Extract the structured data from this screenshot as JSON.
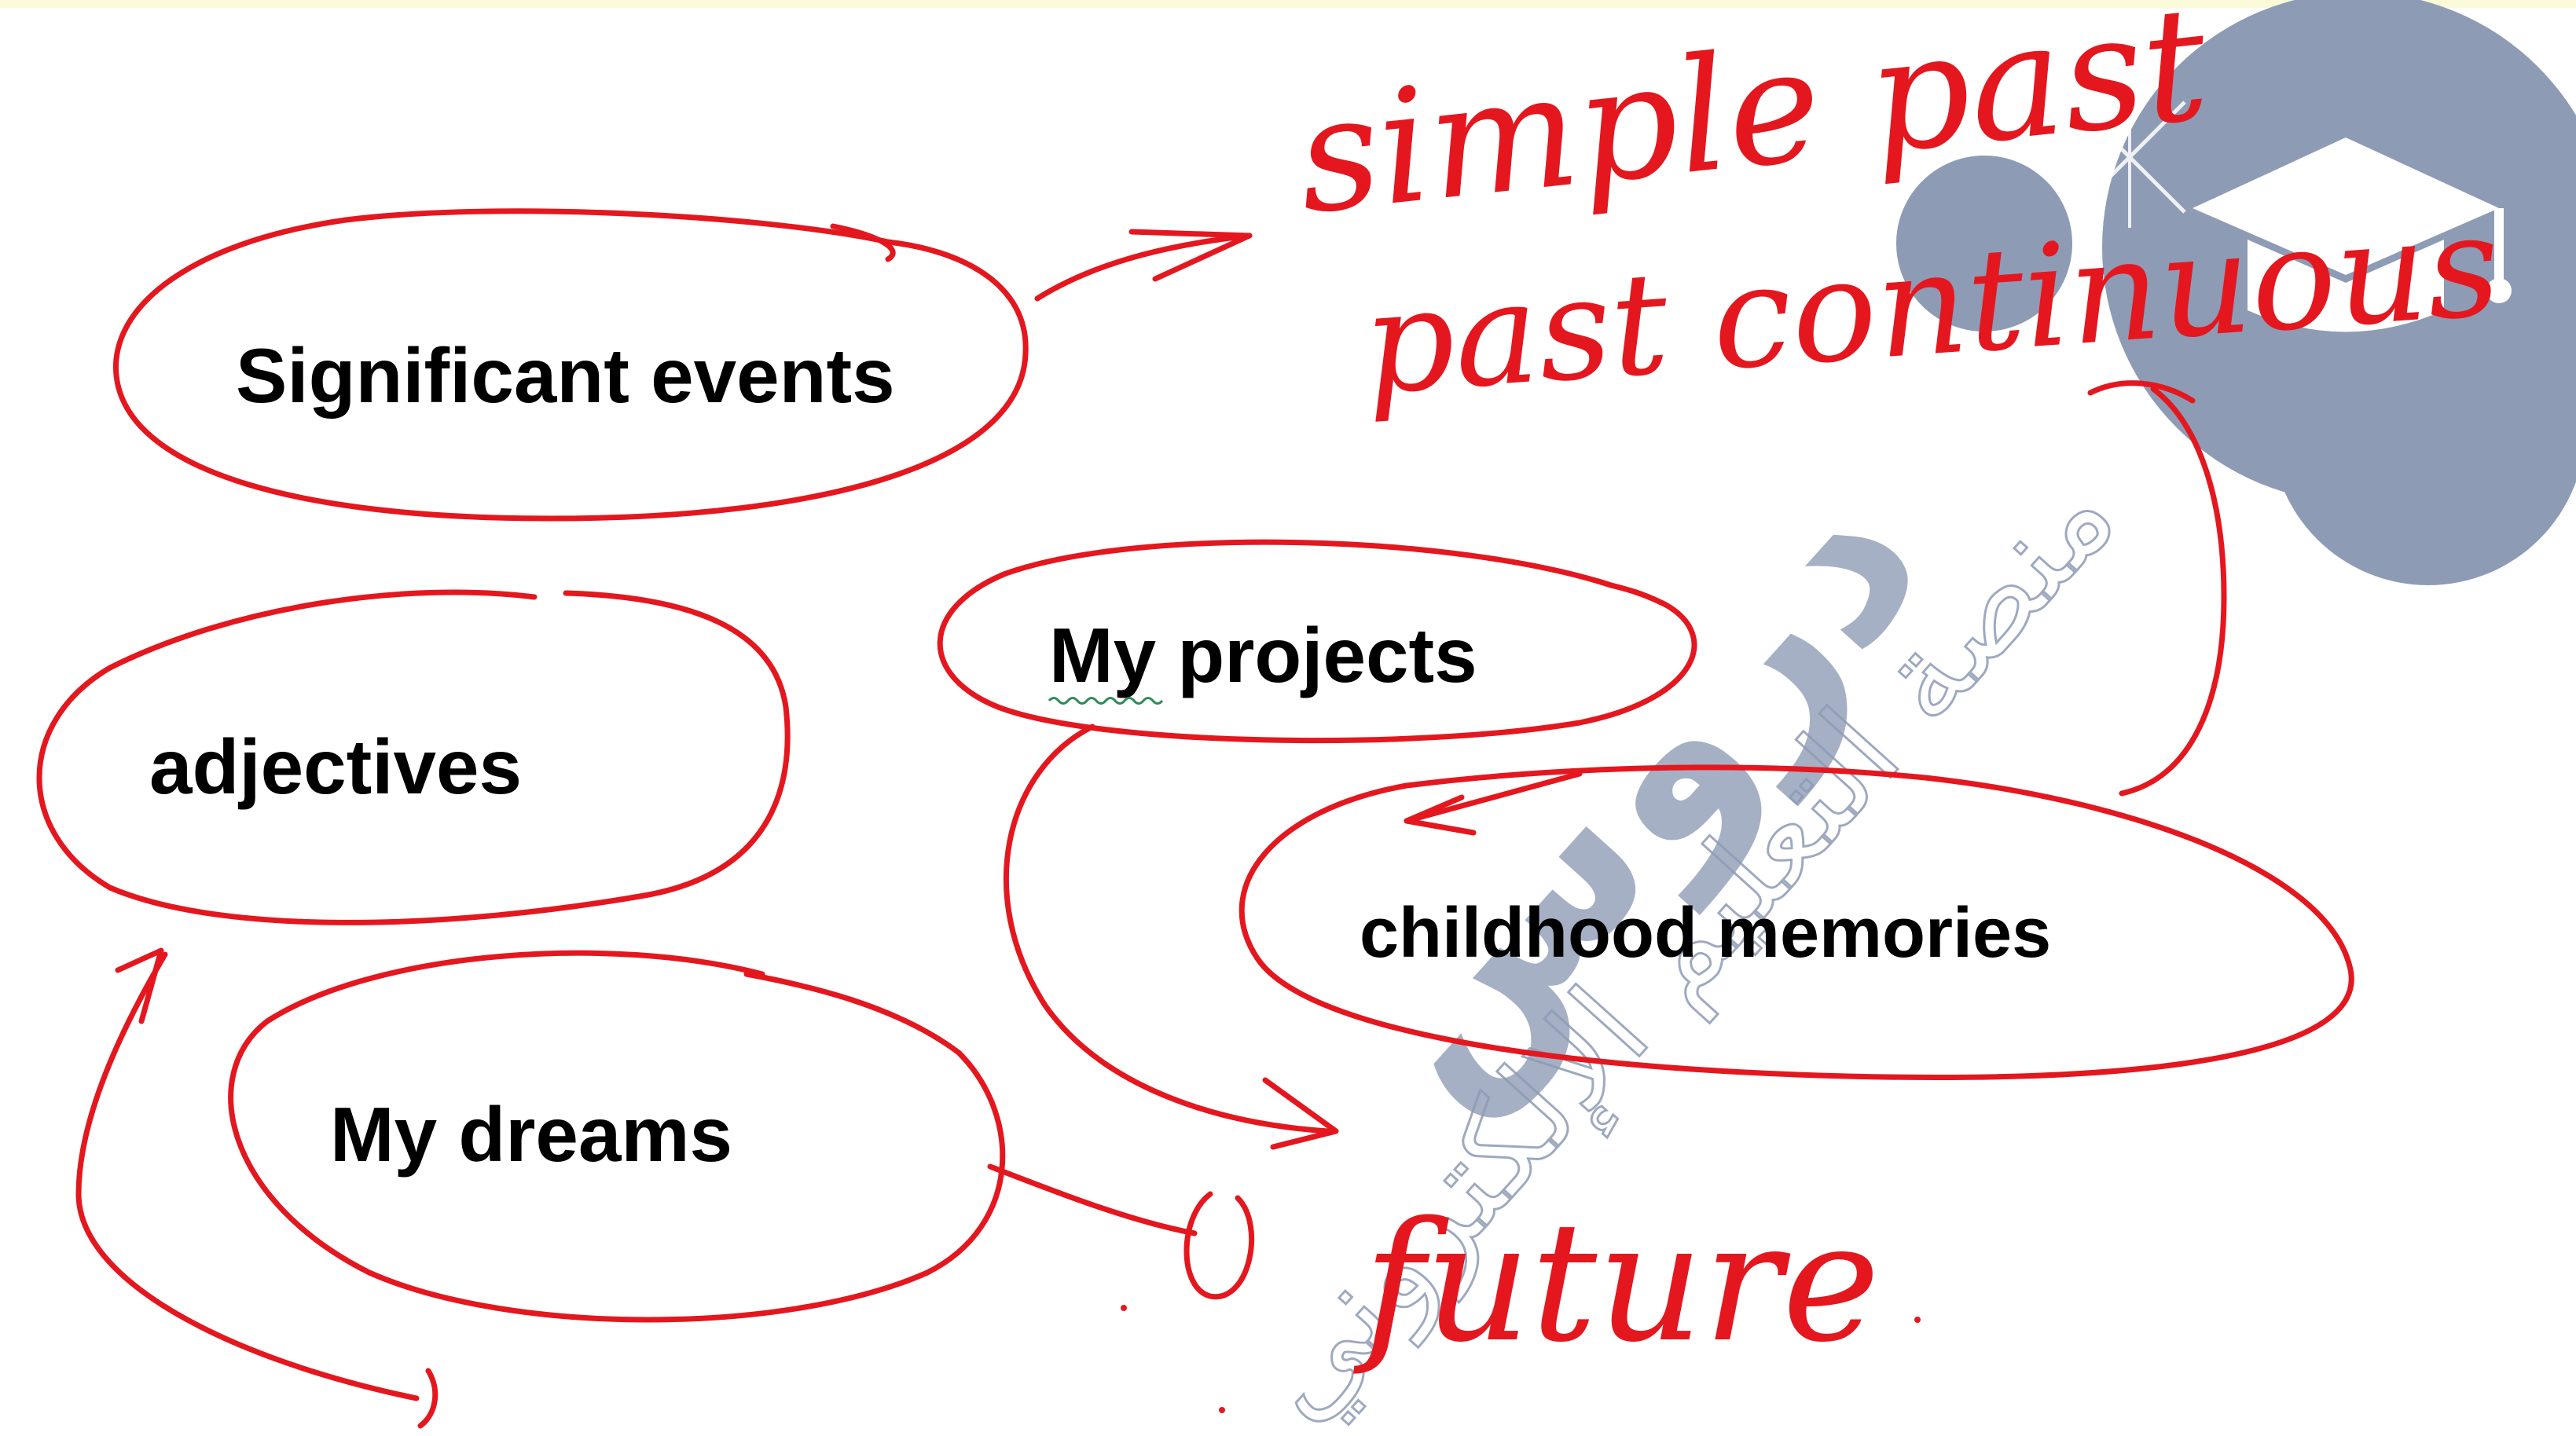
{
  "nodes": {
    "significant_events": "Significant events",
    "adjectives": "adjectives",
    "my_projects": "My projects",
    "childhood_memories": "childhood memories",
    "my_dreams": "My dreams"
  },
  "annotations": {
    "simple_past": "simple past",
    "past_continuous": "past continuous",
    "future": "future"
  },
  "watermark": {
    "brand_arabic": "دروس",
    "tagline_arabic": "منصة التعليم الإلكتروني",
    "logo_icon": "graduation-cap-icon"
  },
  "colors": {
    "ink": "#e4171f",
    "watermark": "#8e9bb5",
    "text": "#000000",
    "top_strip": "#fbfad8"
  }
}
